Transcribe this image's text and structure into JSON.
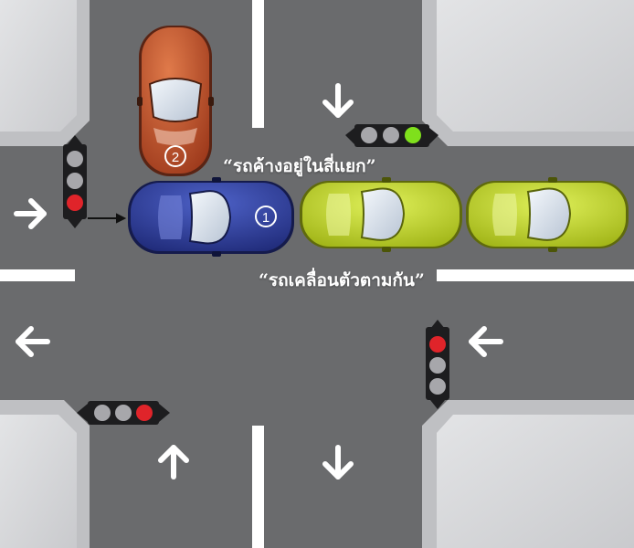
{
  "labels": {
    "stuck_car": "“รถค้างอยู่ในสี่แยก”",
    "moving_cars": "“รถเคลื่อนตัวตามกัน”"
  },
  "cars": [
    {
      "name": "red-car",
      "badge": "2",
      "color": "#c0502c"
    },
    {
      "name": "blue-car",
      "badge": "1",
      "color": "#2e3f9a"
    },
    {
      "name": "green-car-1",
      "badge": "",
      "color": "#b9cf1e"
    },
    {
      "name": "green-car-2",
      "badge": "",
      "color": "#b9cf1e"
    }
  ],
  "traffic_lights": [
    {
      "name": "traffic-light-north",
      "state": "green"
    },
    {
      "name": "traffic-light-west",
      "state": "red"
    },
    {
      "name": "traffic-light-east",
      "state": "red"
    },
    {
      "name": "traffic-light-south",
      "state": "red"
    }
  ],
  "colors": {
    "road": "#6a6b6d",
    "sidewalk": "#d7d8da",
    "lane_marking": "#ffffff",
    "light_red": "#e0242a",
    "light_green": "#7fe01c",
    "light_off": "#a7a7ab"
  }
}
